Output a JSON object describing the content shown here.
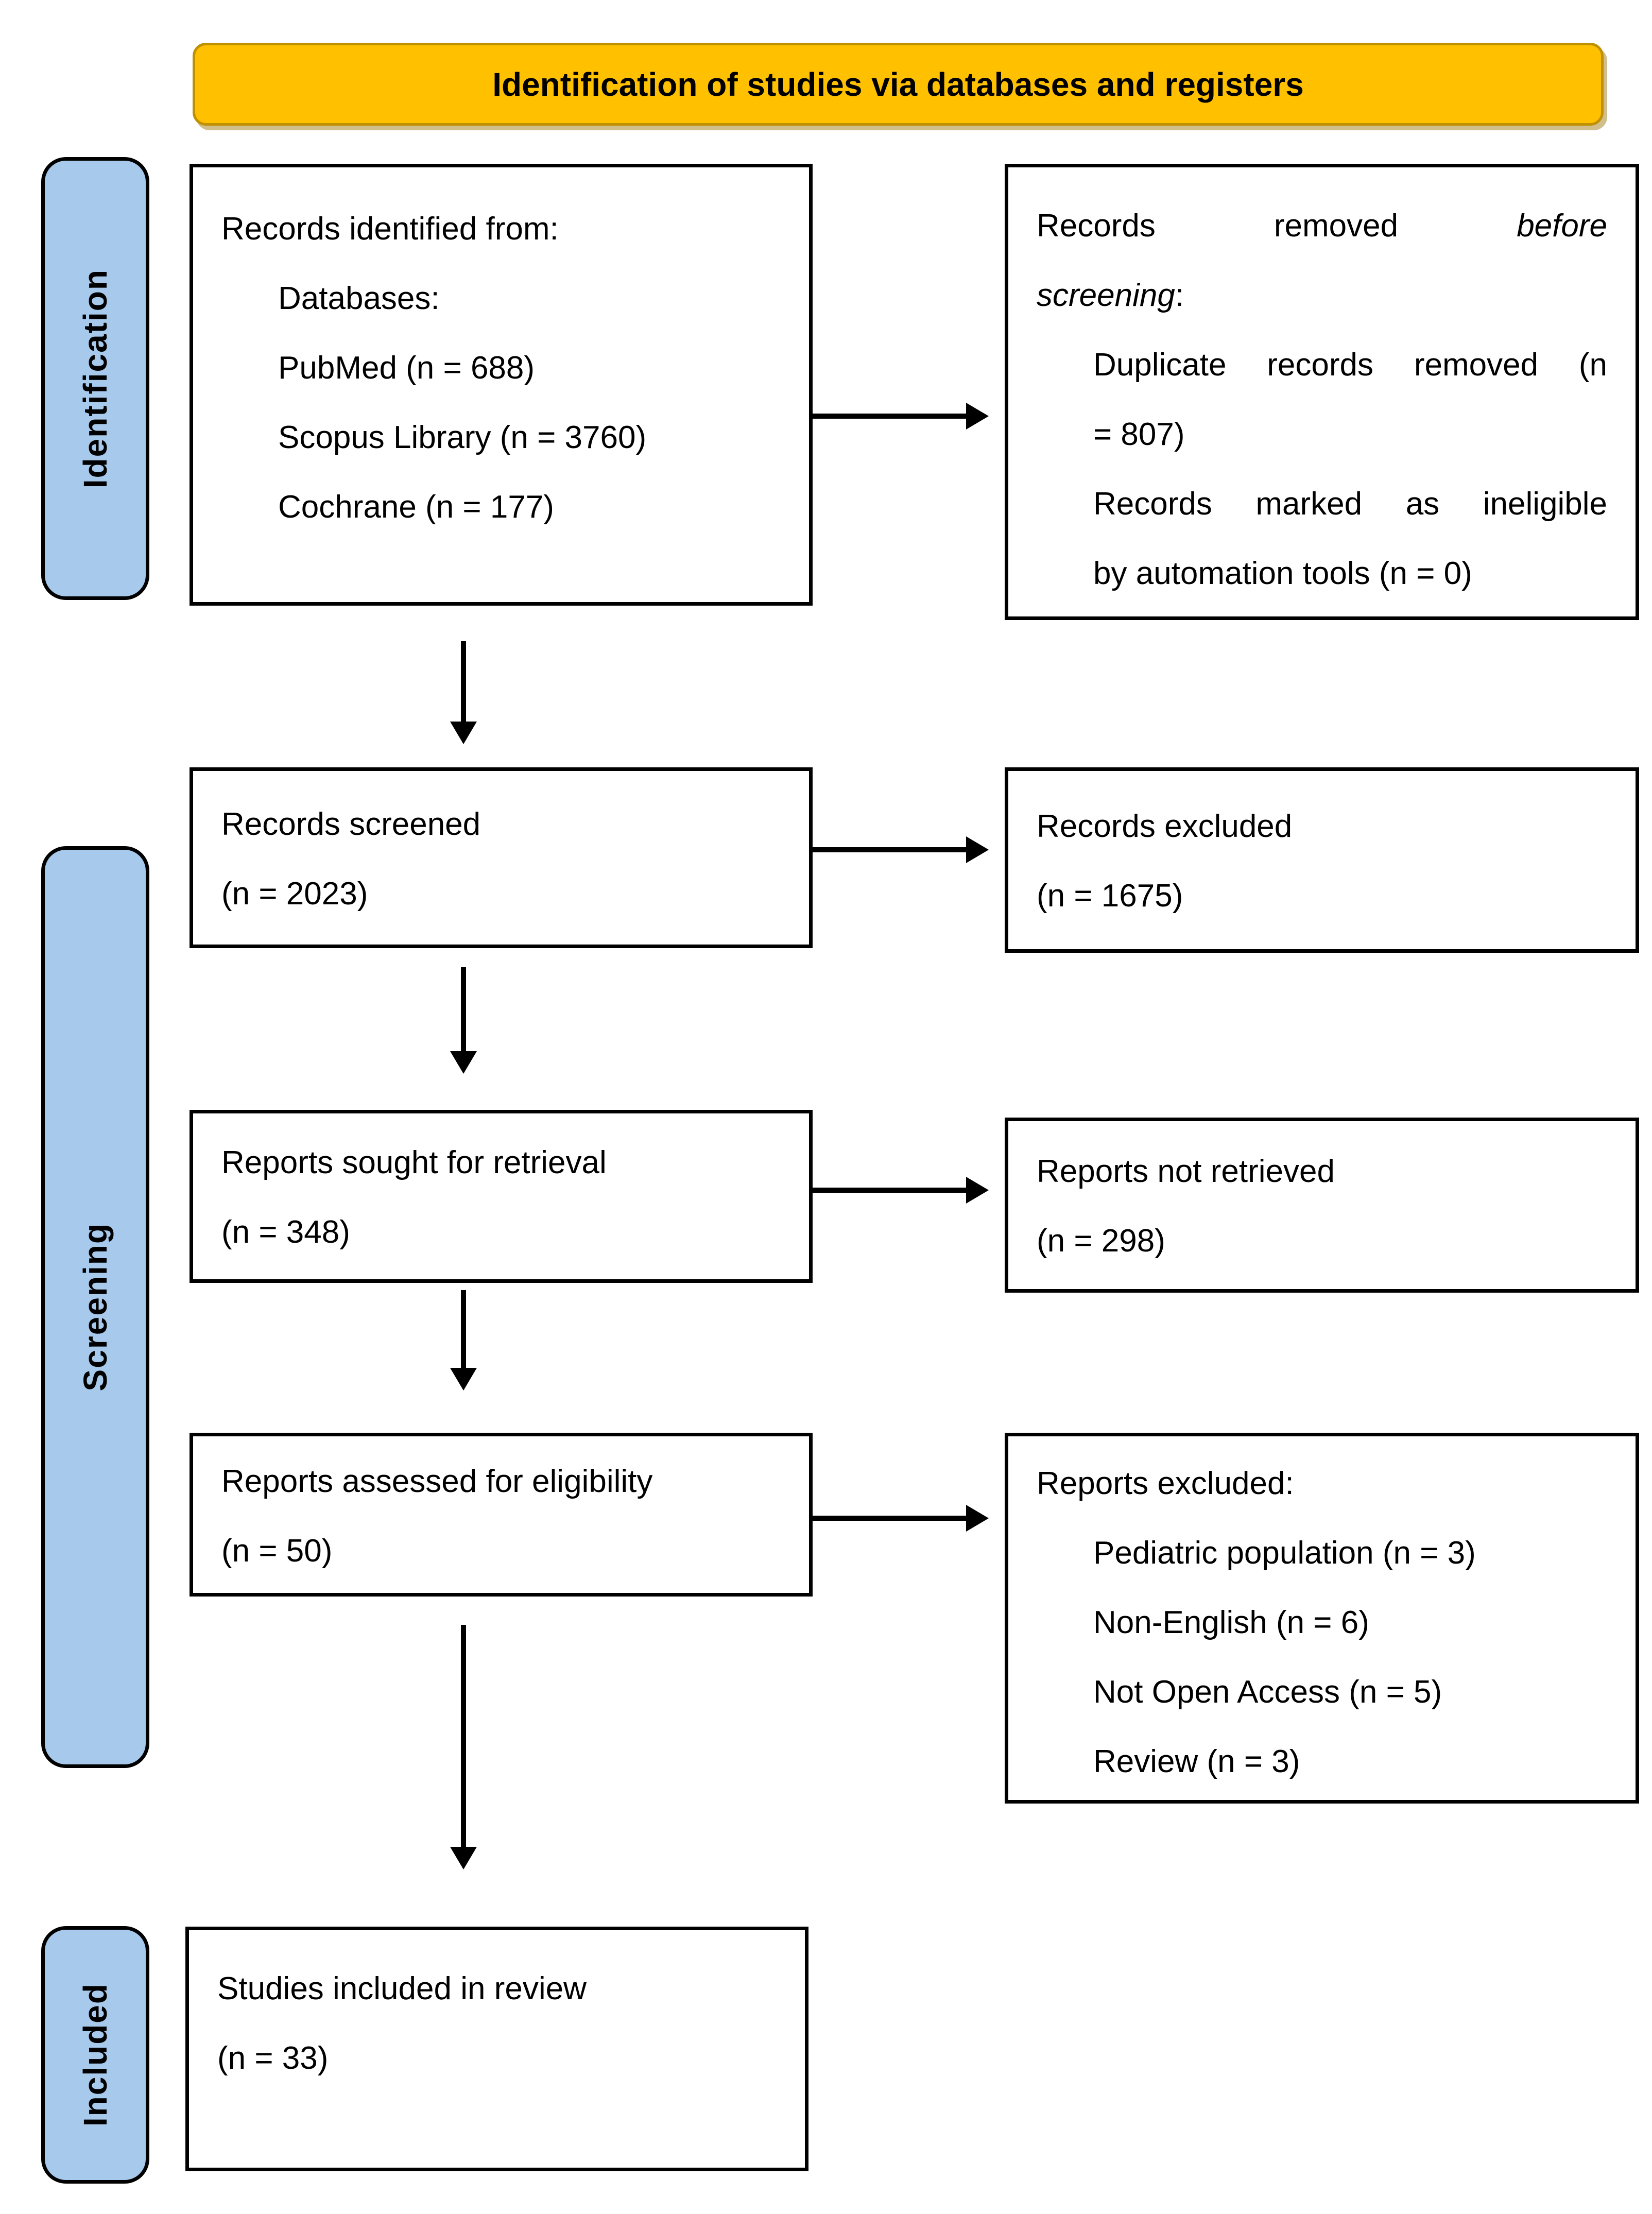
{
  "title": "Identification of studies via databases and registers",
  "colors": {
    "banner_bg": "#FFC000",
    "banner_border": "#BF9000",
    "stage_bg": "#A7C9EC",
    "box_border": "#000000",
    "text": "#000000"
  },
  "stages": [
    {
      "id": "identification",
      "label": "Identification"
    },
    {
      "id": "screening",
      "label": "Screening"
    },
    {
      "id": "included",
      "label": "Included"
    }
  ],
  "boxes": {
    "records_identified": {
      "lines": [
        {
          "text": "Records identified from:"
        },
        {
          "text": "Databases:",
          "indent": 1
        },
        {
          "text": "PubMed (n = 688)",
          "indent": 1
        },
        {
          "text": "Scopus Library (n = 3760)",
          "indent": 1
        },
        {
          "text": "Cochrane (n = 177)",
          "indent": 1
        }
      ]
    },
    "records_removed": {
      "lines": [
        {
          "runs": [
            {
              "t": "Records removed "
            },
            {
              "t": "before",
              "i": true
            }
          ],
          "stretch": 1
        },
        {
          "runs": [
            {
              "t": "screening",
              "i": true
            },
            {
              "t": ":"
            }
          ]
        },
        {
          "text": "Duplicate records removed (n",
          "indent": 1,
          "stretch": 1
        },
        {
          "text": "= 807)",
          "indent": 1
        },
        {
          "text": "Records marked as ineligible",
          "indent": 1,
          "stretch": 1
        },
        {
          "text": "by automation tools (n = 0)",
          "indent": 1
        }
      ]
    },
    "records_screened": {
      "lines": [
        {
          "text": "Records screened"
        },
        {
          "text": "(n = 2023)"
        }
      ]
    },
    "records_excluded": {
      "lines": [
        {
          "text": "Records excluded"
        },
        {
          "text": "(n = 1675)"
        }
      ]
    },
    "reports_sought": {
      "lines": [
        {
          "text": "Reports sought for retrieval"
        },
        {
          "text": "(n = 348)"
        }
      ]
    },
    "reports_not_retrieved": {
      "lines": [
        {
          "text": "Reports not retrieved"
        },
        {
          "text": "(n = 298)"
        }
      ]
    },
    "reports_assessed": {
      "lines": [
        {
          "text": "Reports assessed for eligibility"
        },
        {
          "text": "(n = 50)"
        }
      ]
    },
    "reports_excluded": {
      "lines": [
        {
          "text": "Reports excluded:"
        },
        {
          "text": "Pediatric population (n = 3)",
          "indent": 1
        },
        {
          "text": "Non-English (n = 6)",
          "indent": 1
        },
        {
          "text": "Not Open Access (n = 5)",
          "indent": 1
        },
        {
          "text": "Review (n = 3)",
          "indent": 1
        }
      ]
    },
    "studies_included": {
      "lines": [
        {
          "text": "Studies included in review"
        },
        {
          "text": "(n = 33)"
        }
      ]
    }
  }
}
